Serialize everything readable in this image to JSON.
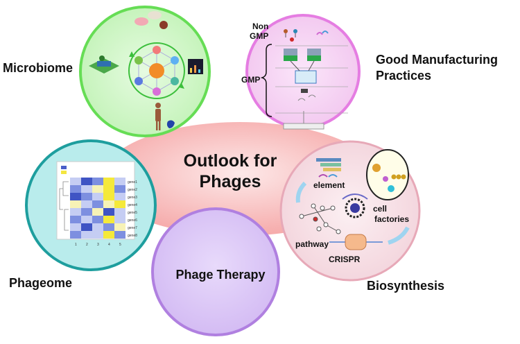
{
  "center": {
    "title_line1": "Outlook for",
    "title_line2": "Phages"
  },
  "microbiome": {
    "label": "Microbiome"
  },
  "gmp": {
    "label_line1": "Good Manufacturing",
    "label_line2": "Practices",
    "non_gmp_line1": "Non",
    "non_gmp_line2": "GMP",
    "gmp": "GMP"
  },
  "phageome": {
    "label": "Phageome",
    "heatmap_rows": [
      "gene1",
      "gene2",
      "gene3",
      "gene4",
      "gene5",
      "gene6",
      "gene7",
      "gene8"
    ],
    "heatmap_cols": [
      "1",
      "2",
      "3",
      "4",
      "5"
    ]
  },
  "therapy": {
    "label": "Phage Therapy"
  },
  "biosynthesis": {
    "label": "Biosynthesis",
    "element": "element",
    "cell_line1": "cell",
    "cell_line2": "factories",
    "pathway": "pathway",
    "crispr": "CRISPR"
  },
  "colors": {
    "center": "#f7c6c6",
    "microbiome": "#c9f7c1",
    "microbiome_border": "#5ddb4a",
    "gmp": "#f7d2f4",
    "gmp_border": "#e37be0",
    "phageome": "#b8ecec",
    "phageome_border": "#1aa3a3",
    "therapy": "#dcc8f7",
    "therapy_border": "#b07fe0",
    "biosynthesis": "#f8e2e8",
    "biosynthesis_border": "#e5a6b6"
  }
}
